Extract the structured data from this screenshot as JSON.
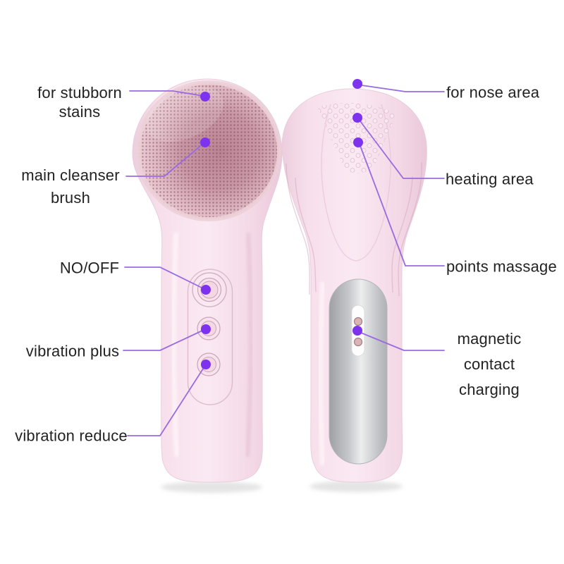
{
  "colors": {
    "background": "#ffffff",
    "text": "#222222",
    "dot_purple": "#7d33ee",
    "line_purple": "#9a6be0",
    "body_pink": "#f5dbe7",
    "body_pink_light": "#fbeef5",
    "body_pink_shadow": "#e5c3d6",
    "brush_center": "#bb8495",
    "brush_edge": "#eed3da",
    "silver_light": "#e9eaec",
    "silver_dark": "#a2a3a7"
  },
  "callouts": {
    "left": [
      {
        "id": "for-stubborn-stains",
        "label": "for stubborn\nstains"
      },
      {
        "id": "main-cleanser-brush",
        "label": "main cleanser\nbrush"
      },
      {
        "id": "no-off",
        "label": "NO/OFF"
      },
      {
        "id": "vibration-plus",
        "label": "vibration plus"
      },
      {
        "id": "vibration-reduce",
        "label": "vibration reduce"
      }
    ],
    "right": [
      {
        "id": "for-nose-area",
        "label": "for nose area"
      },
      {
        "id": "heating-area",
        "label": "heating area"
      },
      {
        "id": "points-massage",
        "label": "points massage"
      },
      {
        "id": "magnetic-contact-charging",
        "label": "magnetic\ncontact charging"
      }
    ]
  }
}
